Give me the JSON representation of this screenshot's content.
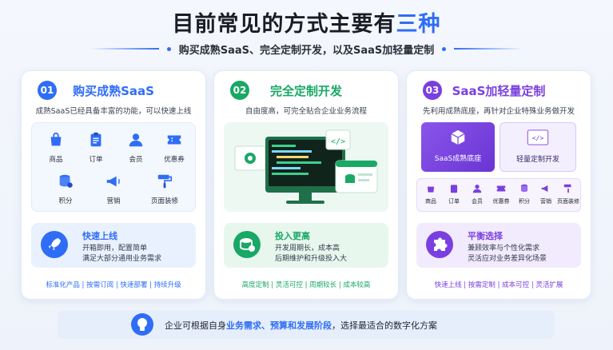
{
  "header": {
    "title_prefix": "目前常见的方式主要有",
    "title_highlight": "三种",
    "subtitle": "购买成熟SaaS、完全定制开发，以及SaaS加轻量定制"
  },
  "cards": [
    {
      "num": "01",
      "title": "购买成熟SaaS",
      "desc": "成熟SaaS已经具备丰富的功能，可以快速上线",
      "features": [
        {
          "label": "商品",
          "icon": "bag-icon"
        },
        {
          "label": "订单",
          "icon": "clipboard-icon"
        },
        {
          "label": "会员",
          "icon": "user-icon"
        },
        {
          "label": "优惠券",
          "icon": "ticket-icon"
        },
        {
          "label": "积分",
          "icon": "coins-icon"
        },
        {
          "label": "营销",
          "icon": "megaphone-icon"
        },
        {
          "label": "页面装修",
          "icon": "paint-roller-icon"
        }
      ],
      "info_title": "快速上线",
      "info_lines": [
        "开箱即用，配置简单",
        "满足大部分通用业务需求"
      ],
      "footer": "标准化产品 | 按需订阅 | 快速部署 | 持续升级",
      "accent": "#2f6df6"
    },
    {
      "num": "02",
      "title": "完全定制开发",
      "desc": "自由度高，可完全贴合企业业务流程",
      "info_title": "投入更高",
      "info_lines": [
        "开发周期长，成本高",
        "后期维护和升级投入大"
      ],
      "footer": "高度定制 | 灵活可控 | 周期较长 | 成本较高",
      "accent": "#19a866"
    },
    {
      "num": "03",
      "title": "SaaS加轻量定制",
      "desc": "先利用成熟底座，再针对企业特殊业务做开发",
      "illus_left": "SaaS成熟底座",
      "illus_right": "轻量定制开发",
      "mini_features": [
        "商品",
        "订单",
        "会员",
        "优惠券",
        "积分",
        "营销",
        "页面装修"
      ],
      "info_title": "平衡选择",
      "info_lines": [
        "兼顾效率与个性化需求",
        "灵活应对业务差异化场景"
      ],
      "footer": "快速上线 | 按需定制 | 成本可控 | 灵活扩展",
      "accent": "#7a3fe0"
    }
  ],
  "bottom": {
    "prefix": "企业可根据自身",
    "highlight": "业务需求、预算和发展阶段",
    "suffix": "，选择最适合的数字化方案"
  }
}
